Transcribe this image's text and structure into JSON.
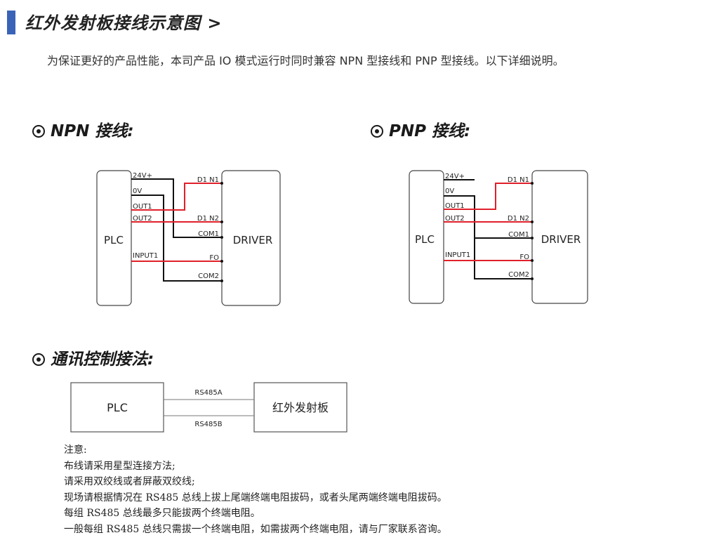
{
  "page": {
    "title": "红外发射板接线示意图 >",
    "intro": "为保证更好的产品性能，本司产品 IO 模式运行时同时兼容 NPN 型接线和 PNP 型接线。以下详细说明。"
  },
  "sections": {
    "npn": "NPN 接线:",
    "pnp": "PNP 接线:",
    "comm": "通讯控制接法:"
  },
  "wiring": {
    "plc_label": "PLC",
    "driver_label": "DRIVER",
    "plc_pins": [
      "24V+",
      "0V",
      "OUT1",
      "OUT2",
      "INPUT1"
    ],
    "driver_pins": [
      "D1 N1",
      "D1 N2",
      "COM1",
      "FO",
      "COM2"
    ]
  },
  "comm": {
    "plc_label": "PLC",
    "board_label": "红外发射板",
    "line_a": "RS485A",
    "line_b": "RS485B"
  },
  "notes": [
    "注意:",
    "布线请采用星型连接方法;",
    "请采用双绞线或者屏蔽双绞线;",
    "现场请根据情况在 RS485 总线上拔上尾端终端电阻拔码，或者头尾两端终端电阻拔码。",
    "每组 RS485 总线最多只能拔两个终端电阻。",
    "一般每组 RS485 总线只需拔一个终端电阻，如需拔两个终端电阻，请与厂家联系咨询。"
  ],
  "colors": {
    "accent": "#3a63b8",
    "signal_red": "#e0202a",
    "wire_black": "#111111"
  }
}
